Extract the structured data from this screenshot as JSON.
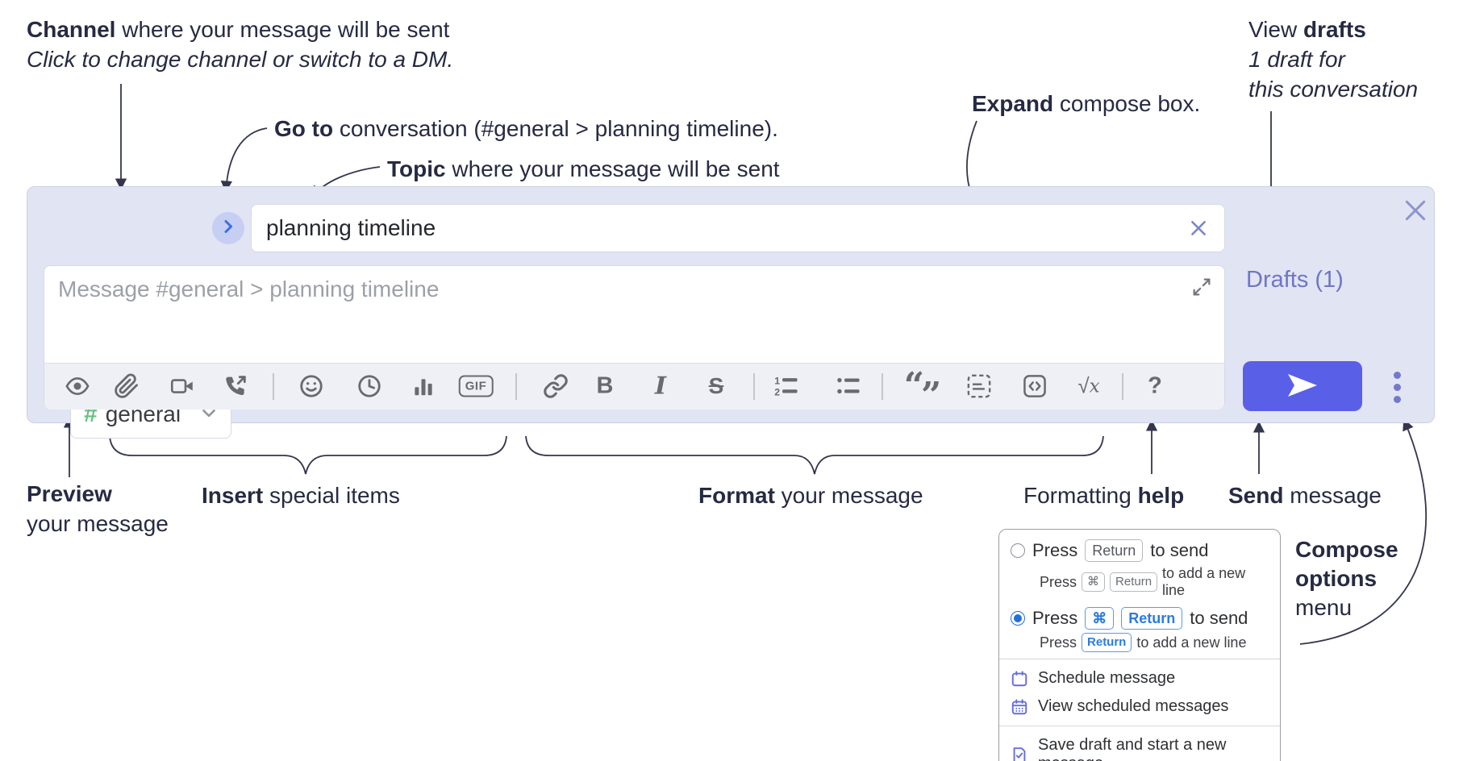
{
  "annotations": {
    "channel": {
      "bold": "Channel",
      "rest": " where your message will be sent",
      "sub": "Click to change channel or switch to a DM."
    },
    "go_to": {
      "bold": "Go to",
      "rest": " conversation (#general > planning timeline)."
    },
    "topic": {
      "bold": "Topic",
      "rest": " where your message will be sent"
    },
    "expand": {
      "bold": "Expand",
      "rest": " compose box."
    },
    "view_drafts": {
      "pre": "View ",
      "bold": "drafts",
      "line2": "1 draft for",
      "line3": "this conversation"
    },
    "preview": {
      "bold": "Preview",
      "line2": "your message"
    },
    "insert": {
      "bold": "Insert",
      "rest": " special items"
    },
    "format": {
      "bold": "Format",
      "rest": " your message"
    },
    "formatting_help": {
      "pre": "Formatting ",
      "bold": "help"
    },
    "send": {
      "bold": "Send",
      "rest": " message"
    },
    "compose_options": {
      "bold1": "Compose",
      "bold2": "options",
      "rest": "menu"
    }
  },
  "compose": {
    "channel_selector": {
      "hash": "#",
      "label": "general"
    },
    "topic_value": "planning timeline",
    "message_placeholder": "Message #general > planning timeline",
    "drafts_link": "Drafts (1)",
    "toolbar_icons": [
      "preview",
      "attach-file",
      "video-call",
      "voice-call",
      "emoji",
      "time",
      "poll",
      "gif",
      "link",
      "bold",
      "italic",
      "strikethrough",
      "numbered-list",
      "bulleted-list",
      "quote",
      "spoiler",
      "code",
      "math",
      "help"
    ],
    "glyphs": {
      "gif": "GIF",
      "bold": "B",
      "italic": "I",
      "strike": "S",
      "root": "√",
      "x": "x",
      "help": "?",
      "quote_open": "“",
      "quote_close": "”"
    }
  },
  "menu": {
    "option1": {
      "pre": "Press",
      "key1": "Return",
      "post": "to send",
      "sub_pre": "Press",
      "sub_key1": "⌘",
      "sub_key2": "Return",
      "sub_post": "to add a new line"
    },
    "option2": {
      "pre": "Press",
      "key1": "⌘",
      "key2": "Return",
      "post": "to send",
      "sub_pre": "Press",
      "sub_key1": "Return",
      "sub_post": "to add a new line"
    },
    "items": [
      "Schedule message",
      "View scheduled messages",
      "Save draft and start a new message"
    ]
  },
  "colors": {
    "accent": "#5a5fe8",
    "compose_bg": "#e1e4f3",
    "drafts_link": "#6f76c3",
    "hash_green": "#68c082",
    "key_blue": "#2b7ce0"
  }
}
